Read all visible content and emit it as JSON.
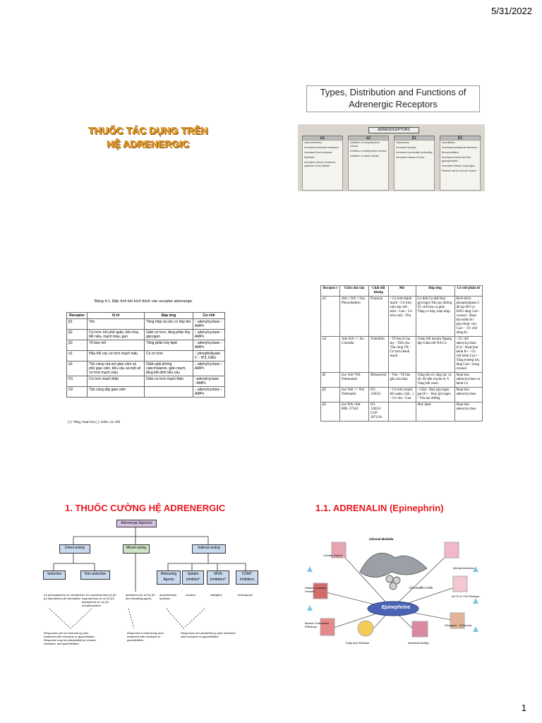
{
  "header": {
    "date": "5/31/2022"
  },
  "footer": {
    "page_number": "1"
  },
  "slide1": {
    "title_line1": "THUỐC TÁC DỤNG TRÊN",
    "title_line2": "HỆ ADRENERGIC"
  },
  "slide2": {
    "title_line1": "Types, Distribution and Functions of",
    "title_line2": "Adrenergic Receptors",
    "header": "ADRENOCEPTORS",
    "columns": [
      {
        "name": "α1",
        "items": [
          "Vasoconstriction",
          "Increased peripheral resistance",
          "Increased blood pressure",
          "Mydriasis",
          "Increased closure of internal sphincter of the bladder"
        ]
      },
      {
        "name": "α2",
        "items": [
          "Inhibition of norepinephrine release",
          "Inhibition of acetylcholine release",
          "Inhibition of insulin release"
        ]
      },
      {
        "name": "β1",
        "items": [
          "Tachycardia",
          "Increased lipolysis",
          "Increased myocardial contractility",
          "Increased release of renin"
        ]
      },
      {
        "name": "β2",
        "items": [
          "Vasodilation",
          "Decreased peripheral resistance",
          "Bronchodilation",
          "Increased muscle and liver glycogenolysis",
          "Increased release of glucagon",
          "Relaxed uterine smooth muscle"
        ]
      }
    ]
  },
  "slide3": {
    "caption": "Bảng 4.1. Đặc tính khi kích thích các receptor adrenergic",
    "headers": [
      "Receptor",
      "Vị trí",
      "Đáp ứng",
      "Cơ chế"
    ],
    "rows": [
      [
        "β1",
        "Tim",
        "Tăng nhịp và sức co bóp tim",
        "↑ adenylcyclase ↑ AMPv"
      ],
      [
        "β2",
        "Cơ trơn: khí phế quản, tiêu hóa, tiết niệu, mạch máu, gan",
        "Giãn cơ trơn, tăng phân hủy glycogen",
        "↑ adenylcyclase ↑ AMPv"
      ],
      [
        "β3",
        "Tế bào mỡ",
        "Tăng phân hủy lipid",
        "↑ adenylcyclase ↑ AMPv"
      ],
      [
        "α1",
        "Hầu hết các cơ trơn mạch máu",
        "Co cơ trơn",
        "↑ phospholipase C ↑ IP3, DAG"
      ],
      [
        "α2",
        "Tận cùng của sợi giao cảm và phó giao cảm, tiểu cầu và một số cơ trơn mạch máu",
        "Giảm giải phóng catecholamin, giãn mạch, tăng kết dính tiểu cầu",
        "↓ adenylcyclase ↓ AMPv"
      ],
      [
        "D1",
        "Cơ trơn mạch thận",
        "Giãn cơ trơn mạch thận",
        "↑adenylcyclase ↑AMPv"
      ],
      [
        "D2",
        "Tận cùng dây giao cảm",
        "",
        "↓ adenylcyclase ↓ AMPv"
      ]
    ],
    "footnote": "(↑): Tăng, hoạt hóa       (↓): Giảm, ức chế"
  },
  "slide4": {
    "headers": [
      "Recepto r",
      "Chất chủ vận",
      "Chất đối kháng",
      "Mô",
      "Đáp ứng",
      "Cơ chế phân tử"
    ],
    "rows": [
      [
        "α1",
        "Adr ≥ NA >>Iso Phenylephrin",
        "Prazosin",
        "- Cơ trơn thành mạch - Cơ trơn sinh dục tiết niệu - Gan - Cơ trơn ruột - Tim",
        "Co thắt Co thắt Huỷ glycogen Tân tạo đường Ức chế hóa co giãn Tăng co bóp, loạn nhịp",
        "Kích thích phospholipase C để tạo IP3 và DAG tăng Ca2+ cytosol - Hoạt hóa kênh K+ phụ thuộc vào Ca2+ - Ức chế dòng K+"
      ],
      [
        "α2",
        "Adr≥NA >> Iso Clonidin",
        "Yohimbin",
        "- Tế bào β của tụy - Tiểu cầu - Tận cùng TK - Cơ trơn thành mạch",
        "Giảm tiết insulin Ngưng tập Giảm tiết NA Co",
        "- Ức chế adenylcyclase (Gi) - Hoạt hóa kênh K+ - Ức chế kênh Ca2+ - Tăng trương lực, tăng Ca2+ trong cytosol"
      ],
      [
        "β1",
        "Iso>Adr=NA Dobutamin",
        "Metoprolol",
        "- Tim - Tế bào gần cầu thận",
        "Tăng tần số, tăng lực và tốc độ dẫn truyền A–V Tăng tiết renin",
        "Hoạt hóa adenylcyclase và kênh Ca"
      ],
      [
        "β2",
        "Iso>Adr >> NA Terbutalin",
        "ICI 118551",
        "- Cơ trơn (mạch khí quản, ruột...) - Cơ vân - Gan",
        "- Giãn - Huỷ glycogen gan K+ - Huỷ glycogen - Tân tạo đường",
        "Hoạt hóa adenylcyclase"
      ],
      [
        "β3",
        "Iso=NA>Adr BRL 37344",
        "ICI 118551 CGP 20712A",
        "",
        "Huỷ lipid",
        "Hoạt hóa adenylcyclase"
      ]
    ]
  },
  "slide5": {
    "title": "1. THUỐC CƯỜNG HỆ ADRENERGIC",
    "root": "Adrenergic Agonists",
    "level1": [
      "Direct-acting",
      "Mixed-acting",
      "Indirect-acting"
    ],
    "level2": [
      "Selective",
      "Non-selective",
      "Releasing Agents",
      "Uptake Inhibitor*",
      "MOA Inhibitors*",
      "COMT Inhibitors"
    ],
    "drugs": {
      "selective": "α1-phenylephrine α2-clonidine β1-dobutamine β2-terbutaline",
      "nonselective": "α1 α2-oxymetazoline β1 β2-isoproterenol α1 α2 β1 β2-epinephrine α1 α2 β1-norepinephrine",
      "mixed": "ephedrine (α1 α2 β1 β2 and releasing agent)",
      "releasing": "amphetamine tyramine",
      "uptake": "cocaine",
      "moa": "selegiline",
      "comt": "entacapone"
    },
    "notes": [
      "Responses are not reduced by prior treatment with reserpine or guanethidine. Response may be potentiated by cocaine, reserpine, and guanethidine.",
      "Response is reduced by prior treatment with reserpine or guanethidine.",
      "Responses are abolished by prior treatment with reserpine or guanethidine."
    ]
  },
  "slide6": {
    "title": "1.1. ADRENALIN (Epinephrin)",
    "center": "Epinephrine",
    "gland": "Adrenal Medulla",
    "cells": "Chromaffin Cells",
    "effects": [
      "Cardiac Output",
      "Dilates Coronary Vessels",
      "Muscle Contraction Efficiency",
      "Fatty Acid Release",
      "Intestinal Motility",
      "Glucagon→ↅGlucose",
      "ACTH & TSH Release",
      "Mental Alertness"
    ]
  }
}
